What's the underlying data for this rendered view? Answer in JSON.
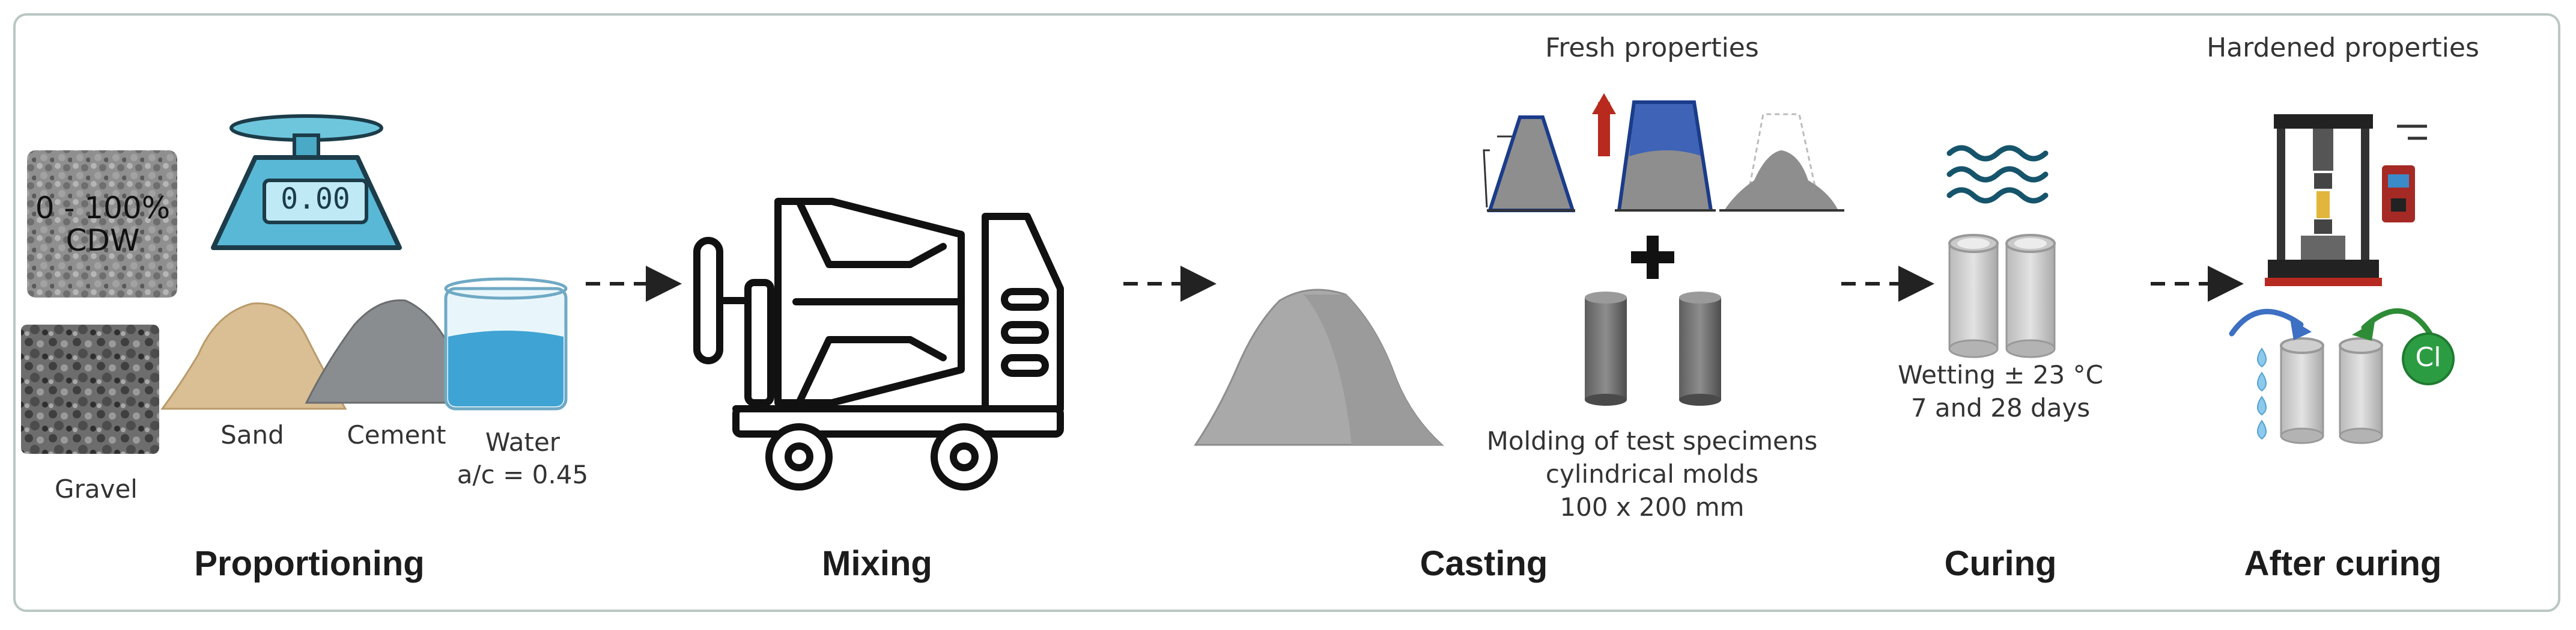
{
  "cdw_label_line1": "0 - 100%",
  "cdw_label_line2": "CDW",
  "scale_display": "0.00",
  "materials": {
    "gravel": "Gravel",
    "sand": "Sand",
    "cement": "Cement",
    "water": "Water",
    "water_ratio": "a/c = 0.45"
  },
  "casting": {
    "fresh_properties": "Fresh properties",
    "molding_line1": "Molding of test specimens",
    "molding_line2": "cylindrical molds",
    "molding_line3": "100 x 200 mm"
  },
  "curing_info": {
    "line1": "Wetting  ± 23 °C",
    "line2": "7 and 28 days"
  },
  "hardened_properties": "Hardened properties",
  "chloride_symbol": "Cl",
  "stages": {
    "proportioning": "Proportioning",
    "mixing": "Mixing",
    "casting": "Casting",
    "curing": "Curing",
    "after_curing": "After curing"
  }
}
